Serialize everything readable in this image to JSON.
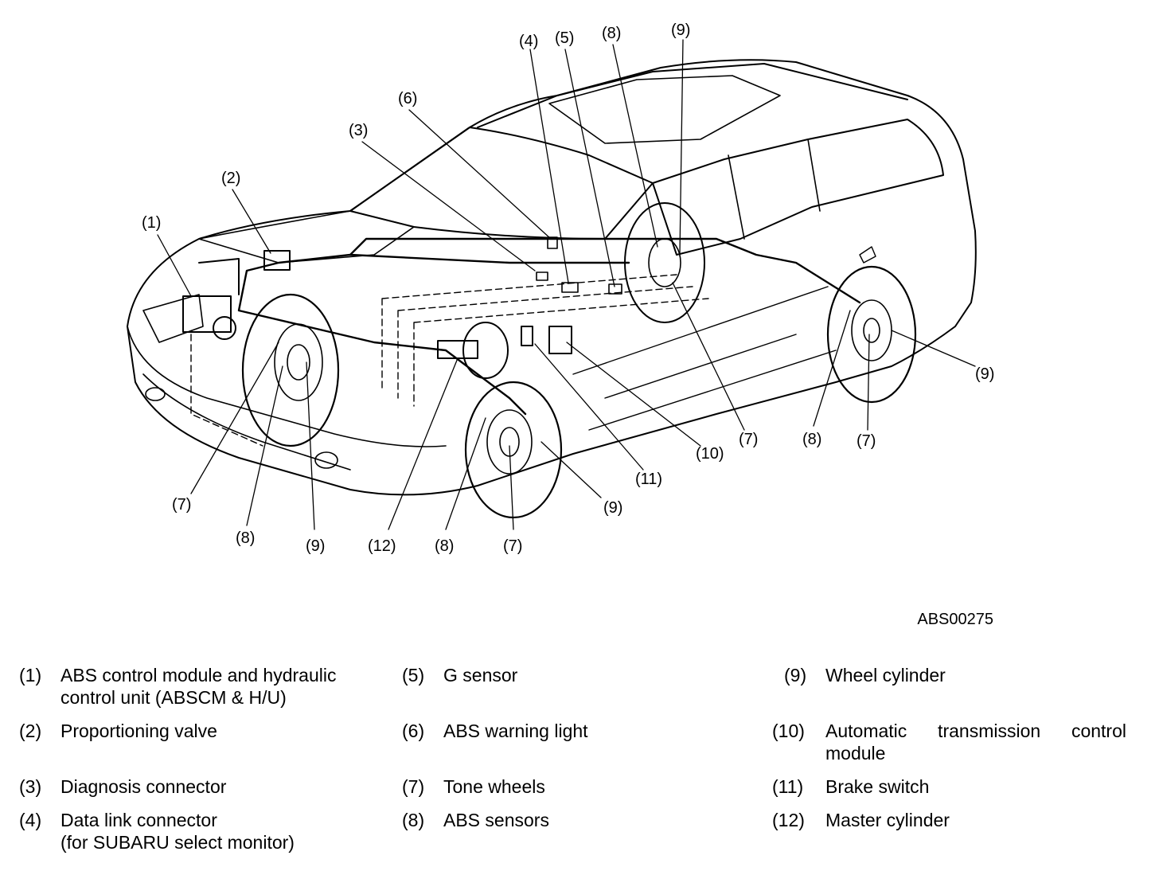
{
  "diagram": {
    "reference_code": "ABS00275",
    "callouts": [
      {
        "id": "c1",
        "text": "(1)"
      },
      {
        "id": "c2",
        "text": "(2)"
      },
      {
        "id": "c3",
        "text": "(3)"
      },
      {
        "id": "c4",
        "text": "(4)"
      },
      {
        "id": "c5",
        "text": "(5)"
      },
      {
        "id": "c6",
        "text": "(6)"
      },
      {
        "id": "c8a",
        "text": "(8)"
      },
      {
        "id": "c9a",
        "text": "(9)"
      },
      {
        "id": "c7a",
        "text": "(7)"
      },
      {
        "id": "c8b",
        "text": "(8)"
      },
      {
        "id": "c9b",
        "text": "(9)"
      },
      {
        "id": "c12",
        "text": "(12)"
      },
      {
        "id": "c8c",
        "text": "(8)"
      },
      {
        "id": "c7b",
        "text": "(7)"
      },
      {
        "id": "c9c",
        "text": "(9)"
      },
      {
        "id": "c11",
        "text": "(11)"
      },
      {
        "id": "c10",
        "text": "(10)"
      },
      {
        "id": "c7c",
        "text": "(7)"
      },
      {
        "id": "c8d",
        "text": "(8)"
      },
      {
        "id": "c7d",
        "text": "(7)"
      },
      {
        "id": "c9d",
        "text": "(9)"
      }
    ]
  },
  "legend": [
    {
      "num": "(1)",
      "lines": [
        "ABS control module and hydraulic",
        "control unit (ABSCM & H/U)"
      ]
    },
    {
      "num": "(2)",
      "lines": [
        "Proportioning valve"
      ]
    },
    {
      "num": "(3)",
      "lines": [
        "Diagnosis connector"
      ]
    },
    {
      "num": "(4)",
      "lines": [
        "Data link connector",
        "(for SUBARU select monitor)"
      ]
    },
    {
      "num": "(5)",
      "lines": [
        "G sensor"
      ]
    },
    {
      "num": "(6)",
      "lines": [
        "ABS warning light"
      ]
    },
    {
      "num": "(7)",
      "lines": [
        "Tone wheels"
      ]
    },
    {
      "num": "(8)",
      "lines": [
        "ABS sensors"
      ]
    },
    {
      "num": "(9)",
      "lines": [
        "Wheel cylinder"
      ]
    },
    {
      "num": "(10)",
      "lines": [
        "Automatic transmission control",
        "module"
      ]
    },
    {
      "num": "(11)",
      "lines": [
        "Brake switch"
      ]
    },
    {
      "num": "(12)",
      "lines": [
        "Master cylinder"
      ]
    }
  ]
}
